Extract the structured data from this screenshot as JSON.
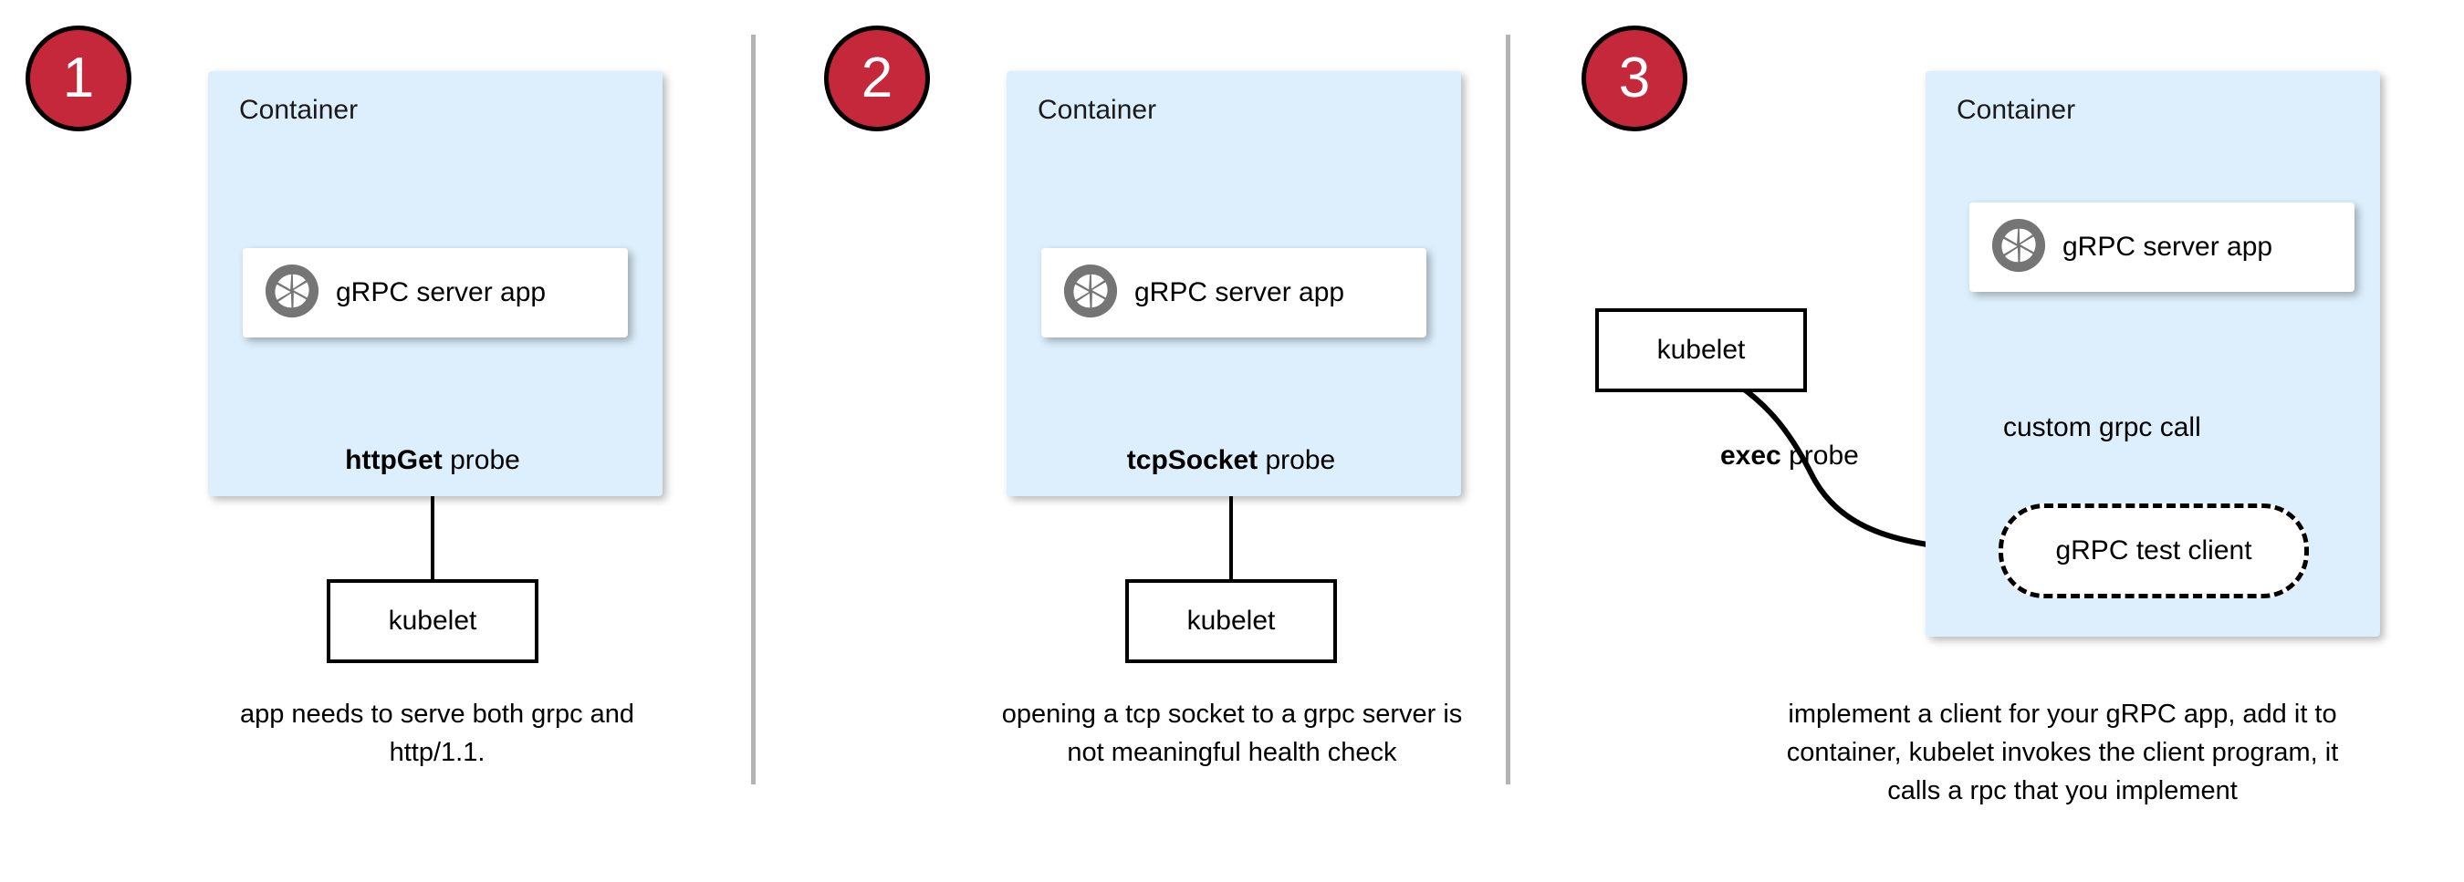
{
  "theme": {
    "badge_fill": "#c4283a",
    "badge_text": "#ffffff",
    "container_fill": "#ddeffc",
    "card_fill": "#ffffff",
    "line_color": "#000000",
    "divider_color": "#b3b3b3",
    "icon_color": "#757575"
  },
  "panels": [
    {
      "badge": "1",
      "container_label": "Container",
      "app_label": "gRPC server app",
      "app_icon": "grpc-aperture-icon",
      "probe_label_bold": "httpGet",
      "probe_label_rest": " probe",
      "kubelet_label": "kubelet",
      "caption": "app needs to serve both grpc and http/1.1."
    },
    {
      "badge": "2",
      "container_label": "Container",
      "app_label": "gRPC server app",
      "app_icon": "grpc-aperture-icon",
      "probe_label_bold": "tcpSocket",
      "probe_label_rest": " probe",
      "kubelet_label": "kubelet",
      "caption": "opening a tcp socket to a grpc server is not meaningful health check"
    },
    {
      "badge": "3",
      "container_label": "Container",
      "app_label": "gRPC server app",
      "app_icon": "grpc-aperture-icon",
      "probe_label_bold": "exec",
      "probe_label_rest": " probe",
      "kubelet_label": "kubelet",
      "call_label": "custom grpc call",
      "test_client_label": "gRPC test client",
      "caption": "implement a client for your gRPC app, add it to container, kubelet invokes the client program, it calls a rpc that you implement"
    }
  ]
}
